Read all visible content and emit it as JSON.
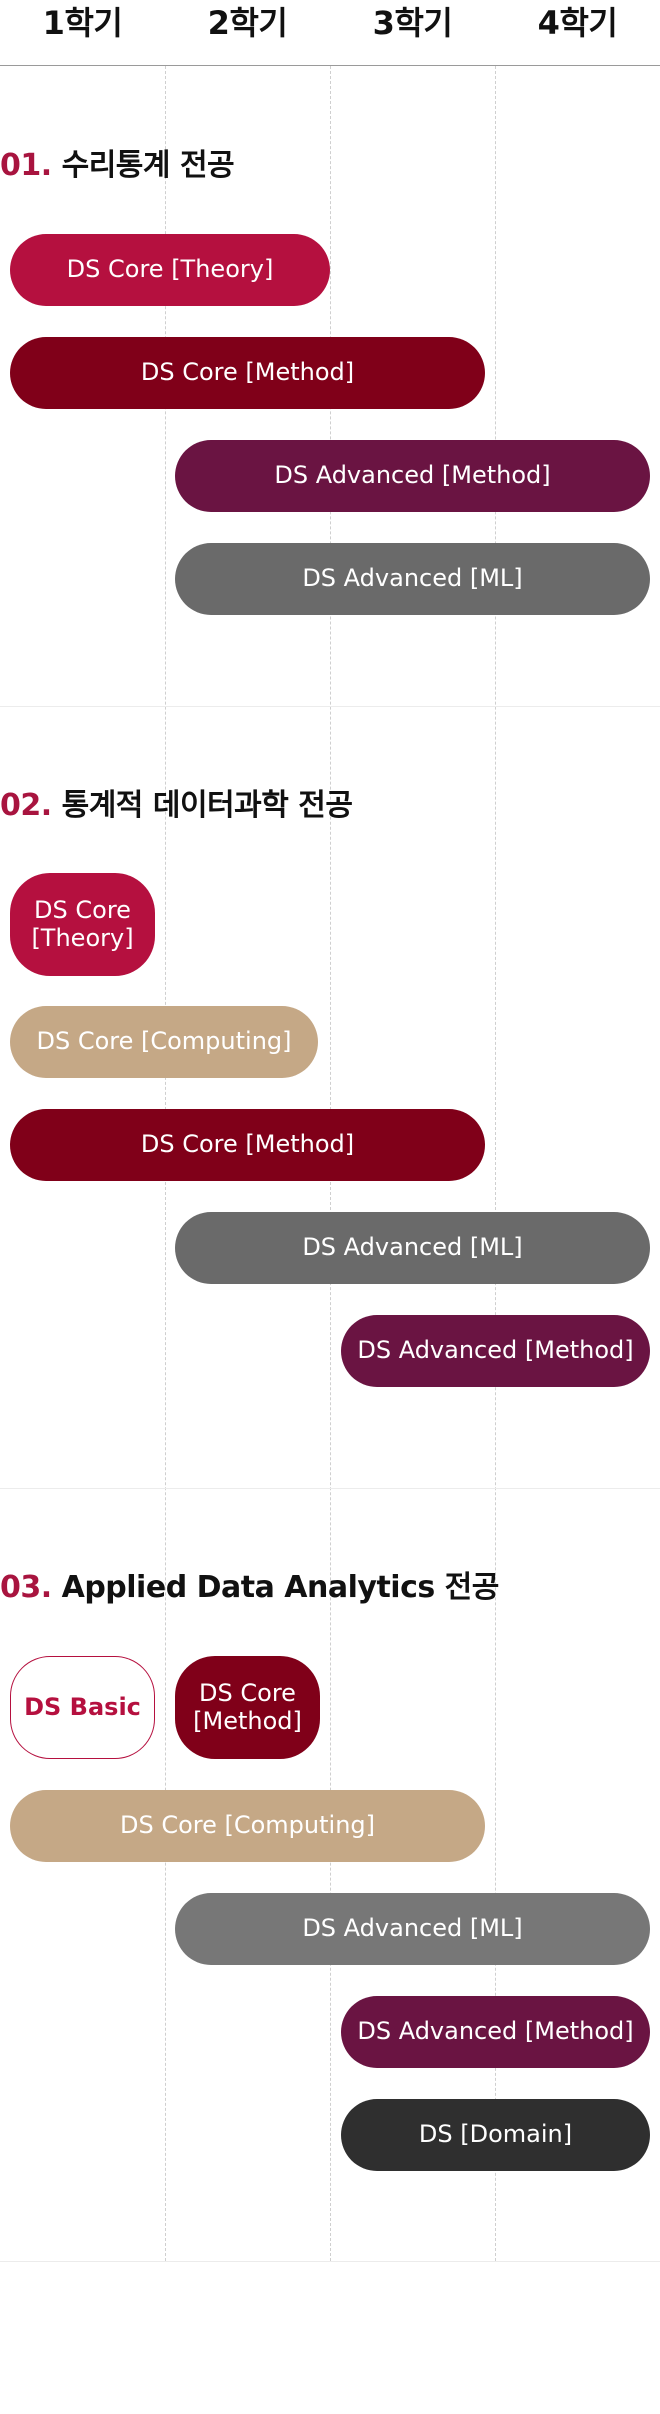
{
  "semesters": [
    "1학기",
    "2학기",
    "3학기",
    "4학기"
  ],
  "sections": [
    {
      "number": "01.",
      "title": "수리통계 전공",
      "courses": [
        {
          "label": "DS Core [Theory]"
        },
        {
          "label": "DS Core [Method]"
        },
        {
          "label": "DS Advanced [Method]"
        },
        {
          "label": "DS Advanced [ML]"
        }
      ]
    },
    {
      "number": "02.",
      "title": "통계적 데이터과학 전공",
      "courses": [
        {
          "label": "DS Core [Theory]"
        },
        {
          "label": "DS Core [Computing]"
        },
        {
          "label": "DS Core [Method]"
        },
        {
          "label": "DS Advanced [ML]"
        },
        {
          "label": "DS Advanced [Method]"
        }
      ]
    },
    {
      "number": "03.",
      "title": "Applied Data Analytics 전공",
      "courses": [
        {
          "label": "DS Basic"
        },
        {
          "label": "DS Core [Method]"
        },
        {
          "label": "DS Core [Computing]"
        },
        {
          "label": "DS Advanced [ML]"
        },
        {
          "label": "DS Advanced [Method]"
        },
        {
          "label": "DS [Domain]"
        }
      ]
    }
  ],
  "colors": {
    "accent": "#a8143f",
    "theory": "#b5103f",
    "method": "#800019",
    "advanced_method": "#6a1442",
    "advanced_ml": "#6a6a6a",
    "computing": "#c5a886",
    "domain": "#2f2f2f"
  }
}
